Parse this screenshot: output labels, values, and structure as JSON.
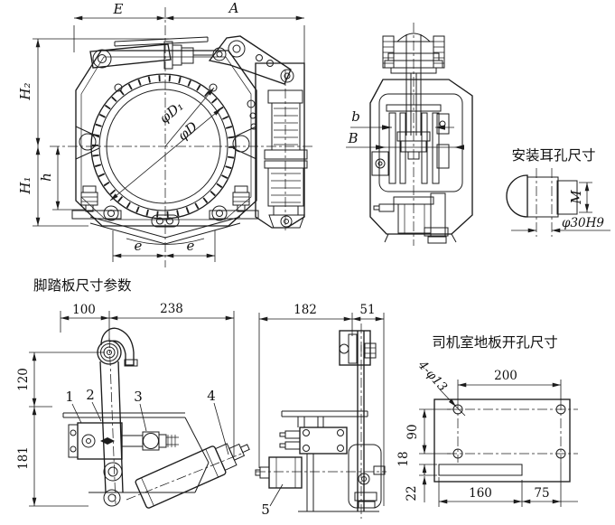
{
  "titles": {
    "pedal_section": "脚踏板尺寸参数",
    "ear_detail": "安装耳孔尺寸",
    "floor_plate": "司机室地板开孔尺寸"
  },
  "front_view": {
    "dim_E": "E",
    "dim_A": "A",
    "dim_H2": "H₂",
    "dim_H1": "H₁",
    "dim_h": "h",
    "dim_e_left": "e",
    "dim_e_right": "e",
    "dim_D1": "φD₁",
    "dim_D": "φD"
  },
  "side_view": {
    "dim_b": "b",
    "dim_B": "B"
  },
  "ear_detail": {
    "dim_M": "M",
    "dim_hole": "φ30H9"
  },
  "pedal_front": {
    "dim_w1": "100",
    "dim_w2": "238",
    "dim_h1": "120",
    "dim_h2": "181",
    "parts": [
      "1",
      "2",
      "3",
      "4"
    ]
  },
  "pedal_side": {
    "dim_w1": "182",
    "dim_w2": "51",
    "part_5": "5"
  },
  "floor_plate": {
    "hole_note": "4-φ13",
    "dim_top": "200",
    "dim_left1": "90",
    "dim_left2": "18",
    "dim_left3": "22",
    "dim_bottom1": "160",
    "dim_bottom2": "75"
  }
}
